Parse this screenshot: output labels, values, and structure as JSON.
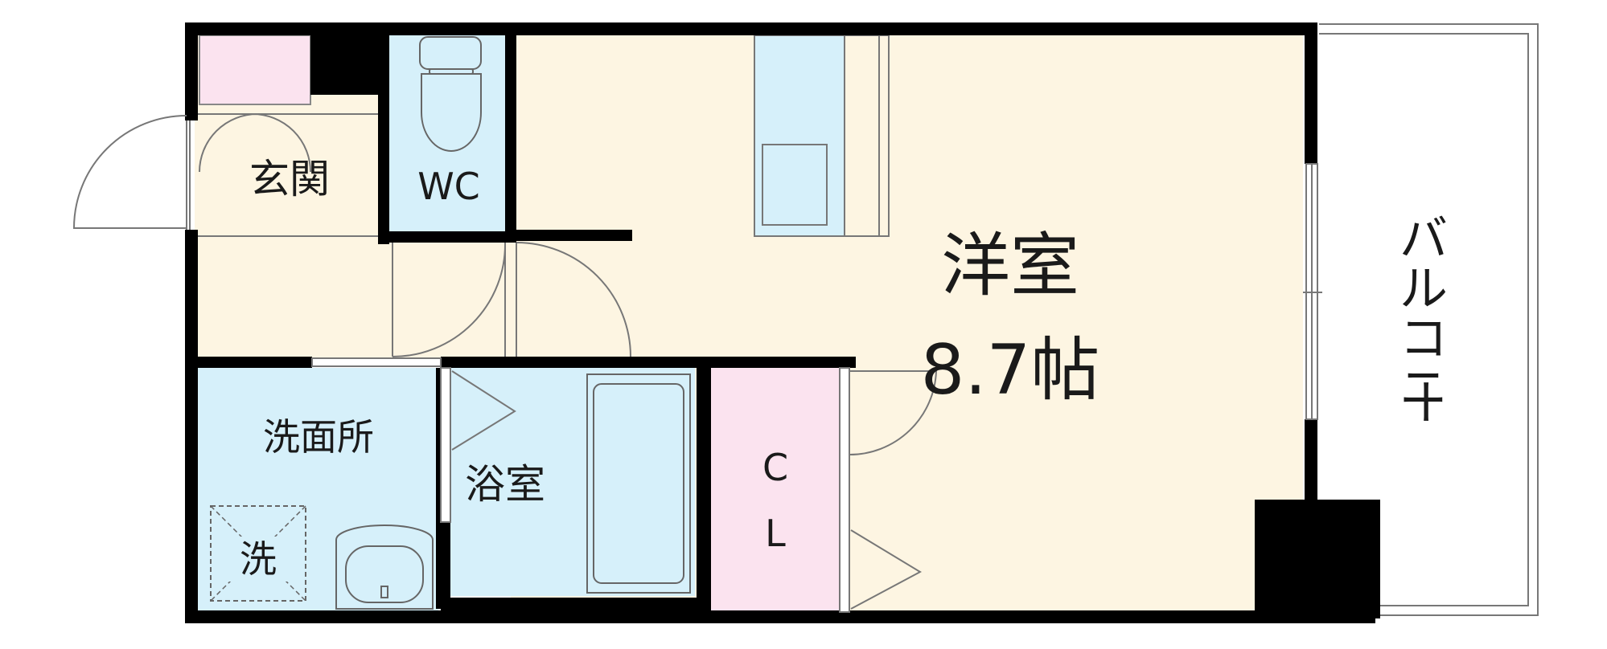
{
  "rooms": {
    "western": {
      "name": "洋室",
      "size": "8.7帖"
    },
    "entrance": "玄関",
    "wc": "WC",
    "washroom": "洗面所",
    "washer": "洗",
    "bath": "浴室",
    "closet": {
      "line1": "C",
      "line2": "L"
    },
    "balcony": [
      "バ",
      "ル",
      "コ",
      "ニ",
      "ー"
    ]
  },
  "colors": {
    "wall": "#000000",
    "western_floor": "#fdf5e2",
    "entrance_floor": "#fdf5e2",
    "water_area": "#d6f0fa",
    "storage": "#fbe3ef",
    "balcony": "#ffffff"
  }
}
